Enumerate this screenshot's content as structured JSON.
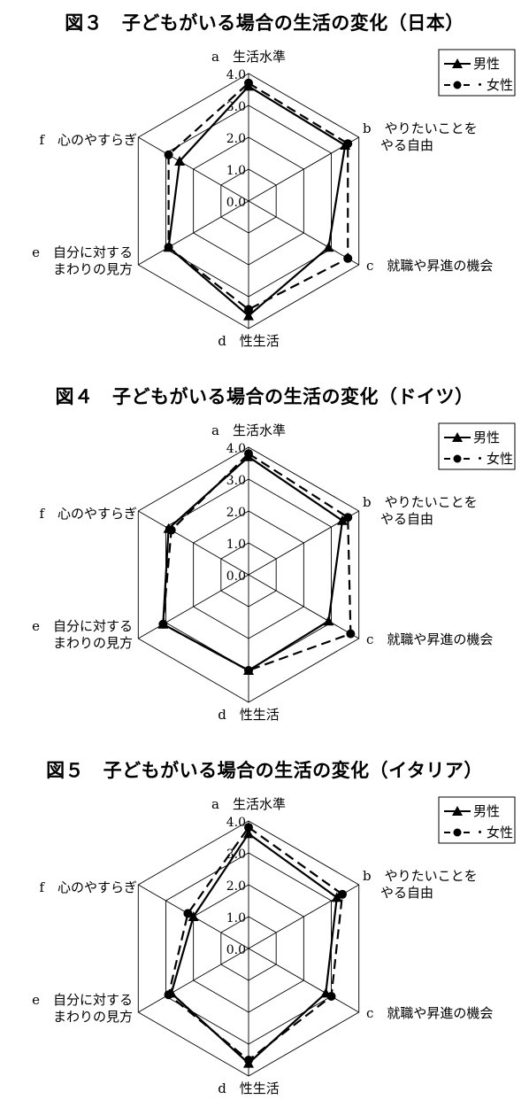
{
  "chart_data": [
    {
      "type": "radar",
      "title": "図３　子どもがいる場合の生活の変化（日本）",
      "axes": [
        [
          "a　生活水準"
        ],
        [
          "b　やりたいことを",
          "やる自由"
        ],
        [
          "c　就職や昇進の機会"
        ],
        [
          "d　性生活"
        ],
        [
          "e　自分に対する",
          "まわりの見方"
        ],
        [
          "f　心のやすらぎ"
        ]
      ],
      "ticks": [
        "0.0",
        "1.0",
        "2.0",
        "3.0",
        "4.0"
      ],
      "range": [
        0,
        4
      ],
      "legend_position": "top-right",
      "series": [
        {
          "name": "男性",
          "marker": "triangle",
          "line": "solid",
          "values": [
            3.6,
            3.5,
            2.9,
            3.6,
            2.9,
            2.5
          ]
        },
        {
          "name": "・女性",
          "marker": "circle",
          "line": "dashed",
          "values": [
            3.7,
            3.6,
            3.6,
            3.4,
            2.9,
            2.9
          ]
        }
      ]
    },
    {
      "type": "radar",
      "title": "図４　子どもがいる場合の生活の変化（ドイツ）",
      "axes": [
        [
          "a　生活水準"
        ],
        [
          "b　やりたいことを",
          "やる自由"
        ],
        [
          "c　就職や昇進の機会"
        ],
        [
          "d　性生活"
        ],
        [
          "e　自分に対する",
          "まわりの見方"
        ],
        [
          "f　心のやすらぎ"
        ]
      ],
      "ticks": [
        "0.0",
        "1.0",
        "2.0",
        "3.0",
        "4.0"
      ],
      "range": [
        0,
        4
      ],
      "legend_position": "top-right",
      "series": [
        {
          "name": "男性",
          "marker": "triangle",
          "line": "solid",
          "values": [
            3.7,
            3.4,
            2.9,
            3.0,
            3.1,
            2.9
          ]
        },
        {
          "name": "・女性",
          "marker": "circle",
          "line": "dashed",
          "values": [
            3.8,
            3.6,
            3.7,
            3.0,
            3.1,
            2.8
          ]
        }
      ]
    },
    {
      "type": "radar",
      "title": "図５　子どもがいる場合の生活の変化（イタリア）",
      "axes": [
        [
          "a　生活水準"
        ],
        [
          "b　やりたいことを",
          "やる自由"
        ],
        [
          "c　就職や昇進の機会"
        ],
        [
          "d　性生活"
        ],
        [
          "e　自分に対する",
          "まわりの見方"
        ],
        [
          "f　心のやすらぎ"
        ]
      ],
      "ticks": [
        "0.0",
        "1.0",
        "2.0",
        "3.0",
        "4.0"
      ],
      "range": [
        0,
        4
      ],
      "legend_position": "top-right",
      "series": [
        {
          "name": "男性",
          "marker": "triangle",
          "line": "solid",
          "values": [
            3.6,
            3.2,
            2.8,
            3.6,
            2.8,
            2.0
          ]
        },
        {
          "name": "・女性",
          "marker": "circle",
          "line": "dashed",
          "values": [
            3.8,
            3.4,
            3.0,
            3.5,
            2.9,
            2.2
          ]
        }
      ]
    }
  ]
}
